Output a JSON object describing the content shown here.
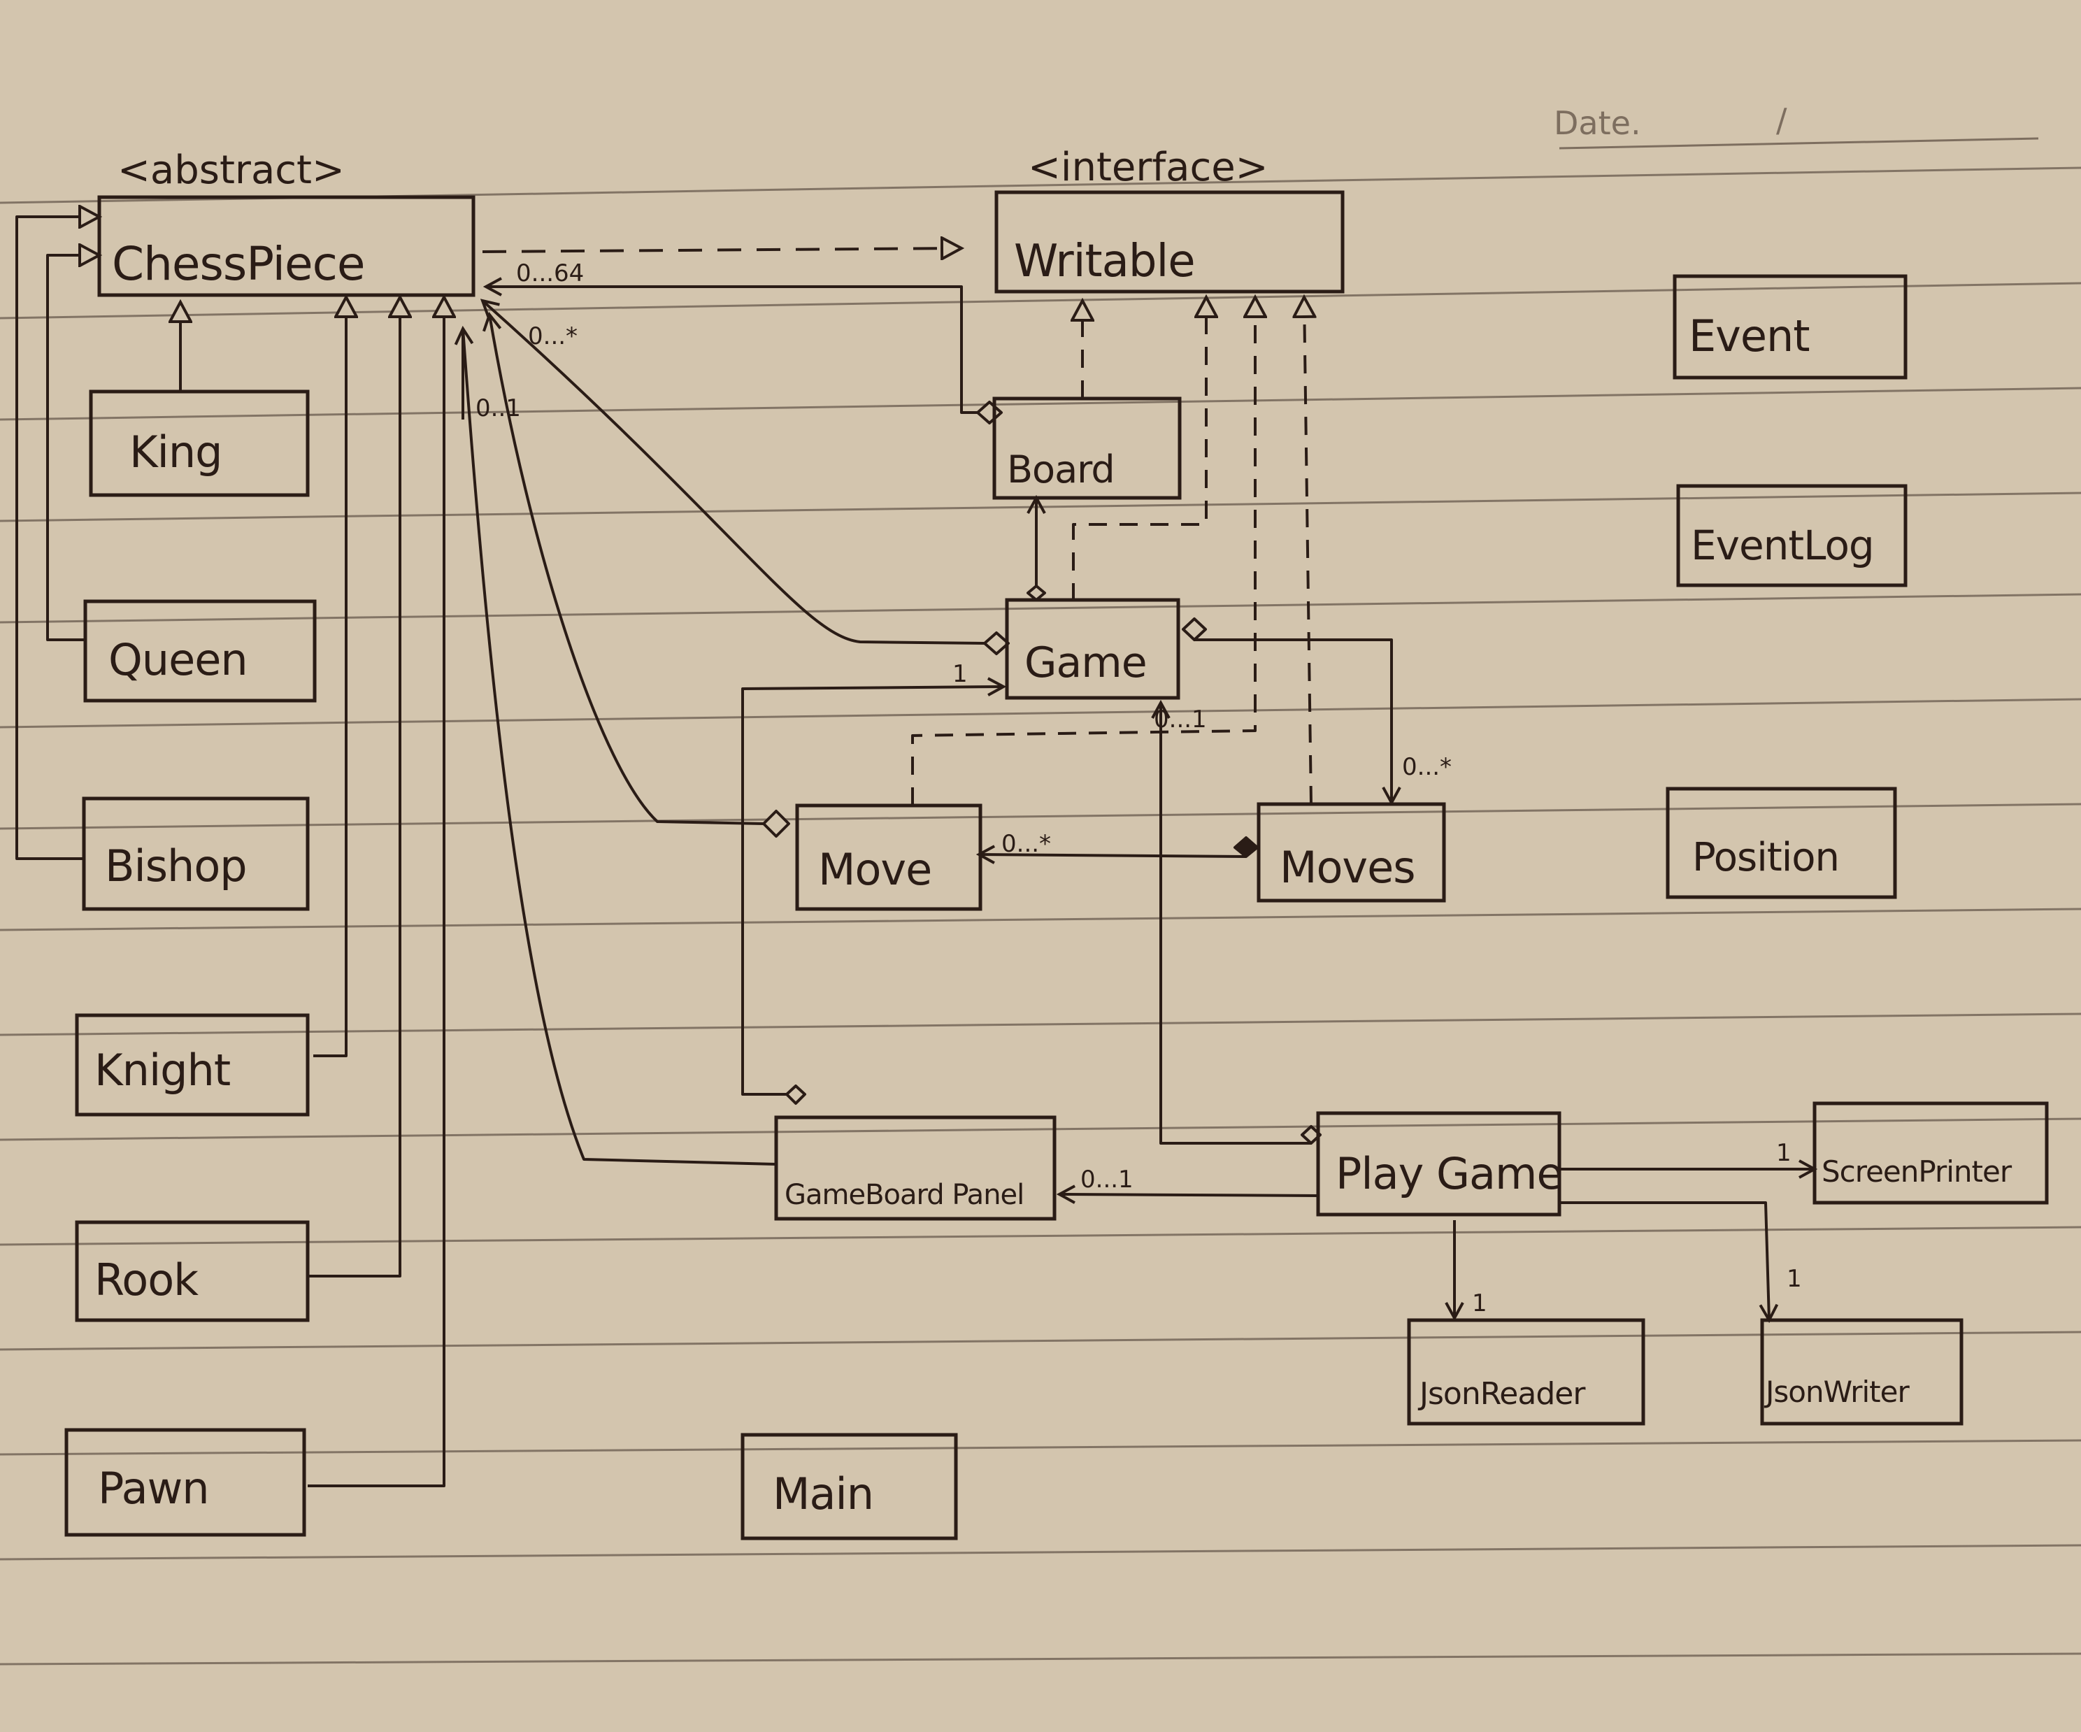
{
  "page": {
    "date_label": "Date.",
    "date_separator": "/"
  },
  "stereotypes": {
    "chess_piece": "<abstract>",
    "writable": "<interface>"
  },
  "classes": {
    "chess_piece": "ChessPiece",
    "writable": "Writable",
    "king": "King",
    "queen": "Queen",
    "bishop": "Bishop",
    "knight": "Knight",
    "rook": "Rook",
    "pawn": "Pawn",
    "board": "Board",
    "game": "Game",
    "move": "Move",
    "moves": "Moves",
    "gameboard_panel": "GameBoard Panel",
    "main": "Main",
    "play_game": "Play Game",
    "screen_printer": "ScreenPrinter",
    "json_reader": "JsonReader",
    "json_writer": "JsonWriter",
    "event": "Event",
    "event_log": "EventLog",
    "position": "Position"
  },
  "multiplicities": {
    "board_pieces": "0...64",
    "game_pieces": "0...*",
    "move_piece": "0..1",
    "moves_game": "0...*",
    "game_moves": "0...1",
    "moves_move": "0...*",
    "playgame_panel": "0...1",
    "panel_game": "1",
    "playgame_printer": "1",
    "playgame_reader": "1",
    "playgame_writer": "1"
  },
  "colors": {
    "paper": "#d3c5ae",
    "ink": "#2a1c16",
    "rule_line": "#6f6154",
    "faint_pencil": "#7d6e5f"
  }
}
